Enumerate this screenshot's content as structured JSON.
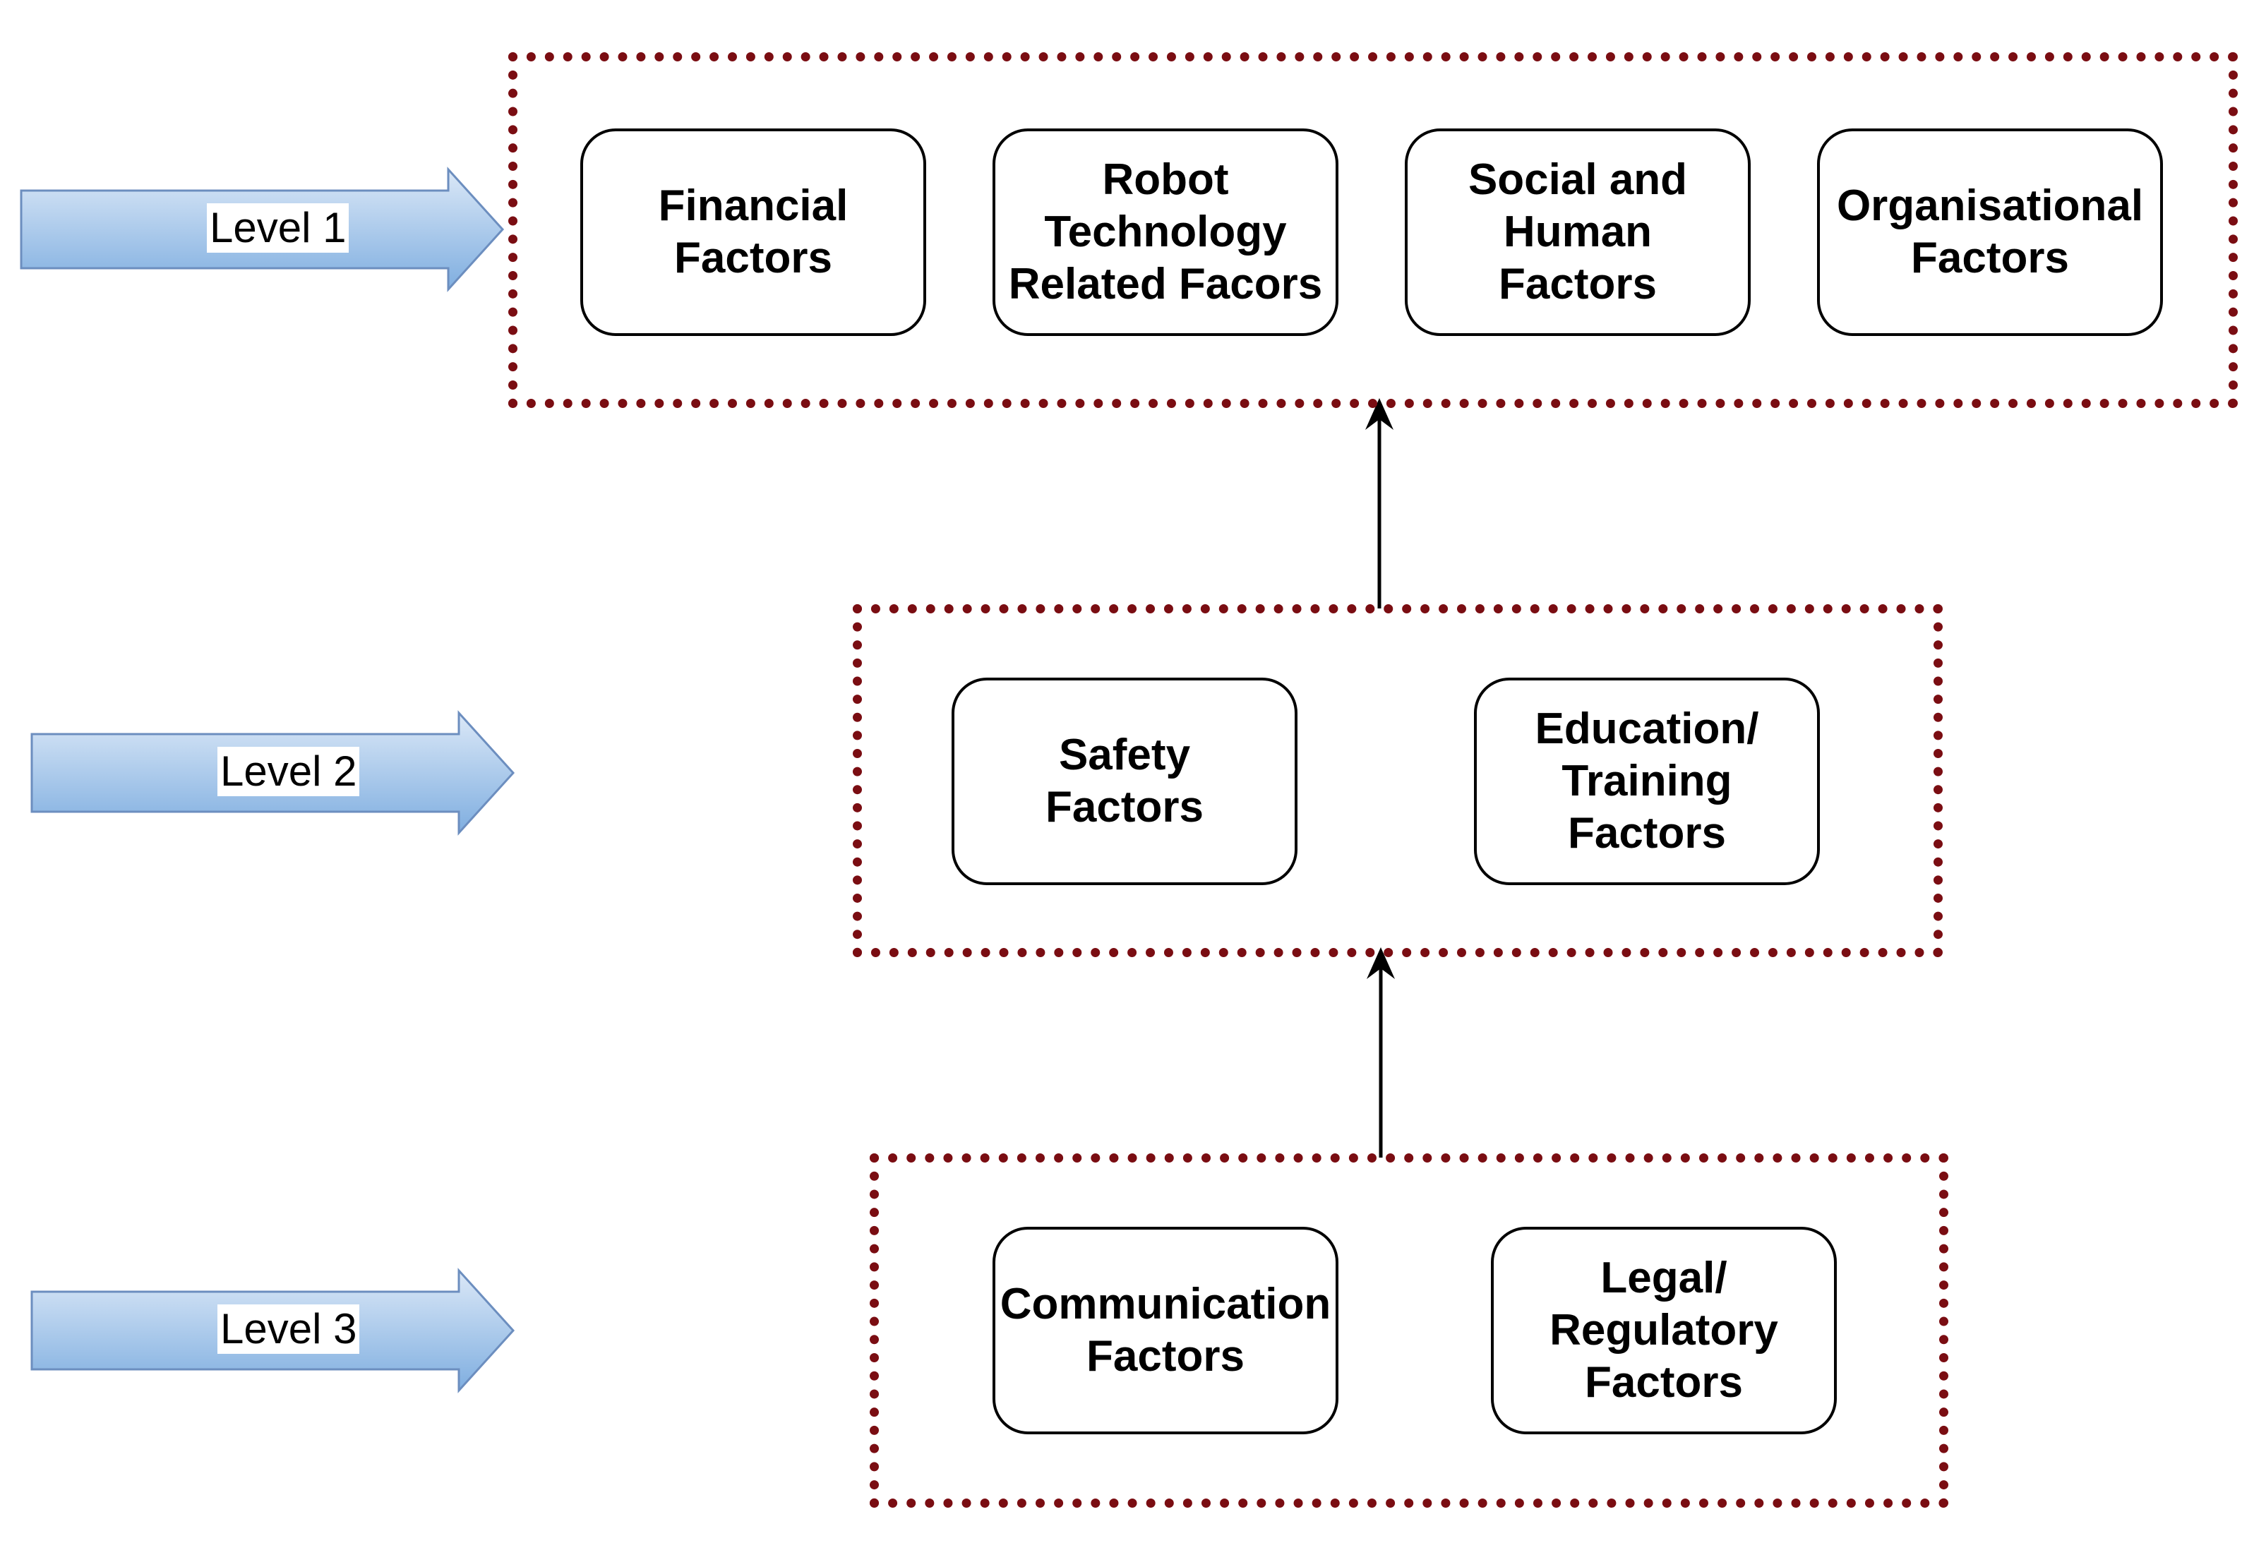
{
  "colors": {
    "group_border": "#7a0d12",
    "box_border": "#000000",
    "arrow_fill_top": "#dbe8f7",
    "arrow_fill_bottom": "#7faee0",
    "arrow_stroke": "#6c8ebf",
    "connector": "#000000"
  },
  "levels": [
    {
      "label": "Level 1",
      "icon": "right-arrow-icon",
      "factors": [
        "Financial\nFactors",
        "Robot\nTechnology\nRelated Facors",
        "Social and\nHuman\nFactors",
        "Organisational\nFactors"
      ]
    },
    {
      "label": "Level 2",
      "icon": "right-arrow-icon",
      "factors": [
        "Safety\nFactors",
        "Education/\nTraining\nFactors"
      ]
    },
    {
      "label": "Level 3",
      "icon": "right-arrow-icon",
      "factors": [
        "Communication\nFactors",
        "Legal/\nRegulatory\nFactors"
      ]
    }
  ],
  "connections": [
    {
      "from": "Level 3",
      "to": "Level 2"
    },
    {
      "from": "Level 2",
      "to": "Level 1"
    }
  ]
}
